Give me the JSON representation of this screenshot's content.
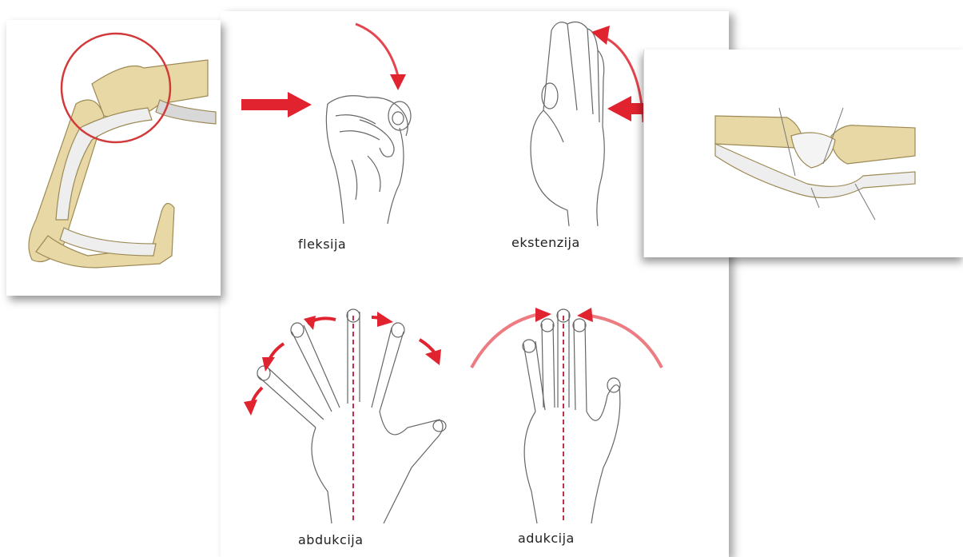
{
  "captions": {
    "flexion": "fleksija",
    "extension": "ekstenzija",
    "abduction": "abdukcija",
    "adduction": "adukcija"
  },
  "colors": {
    "arrow": "#e0232f",
    "bone": "#e8d8a6",
    "bone_shade": "#c9b57a",
    "outline": "#555555",
    "midline": "#c0304a"
  },
  "icons": [
    "flexion-hand",
    "extension-hand",
    "abduction-hand",
    "adduction-hand",
    "finger-joint-bone",
    "joint-closeup"
  ]
}
